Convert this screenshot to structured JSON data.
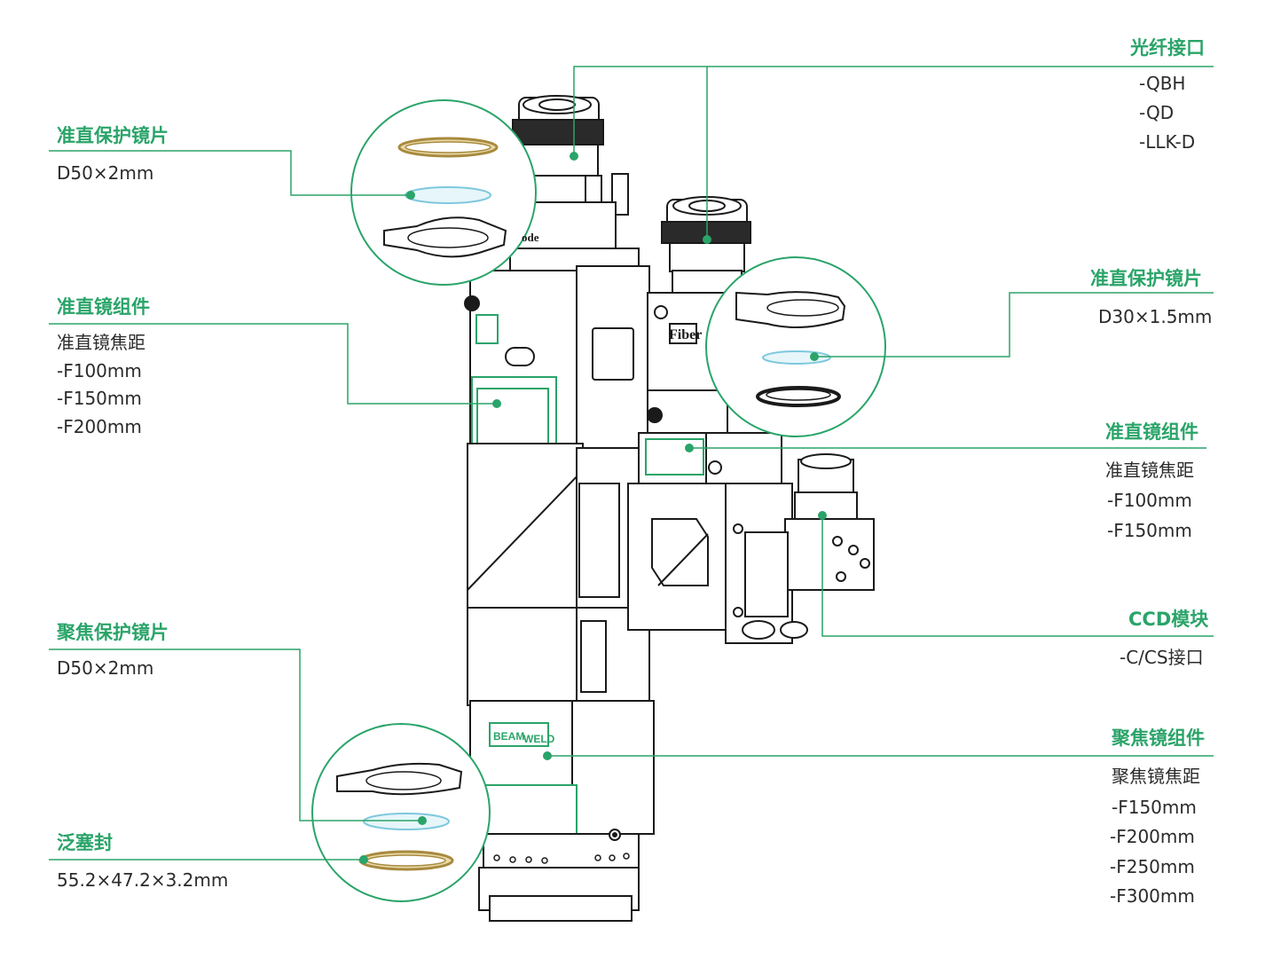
{
  "colors": {
    "accent": "#2aa469",
    "text": "#2b2b2b",
    "line": "#1a1a1a",
    "brass": "#c9a85a",
    "glass": "#bfe3ee"
  },
  "callouts": {
    "fiber_interface": {
      "title": "光纤接口",
      "specs": [
        "-QBH",
        "-QD",
        "-LLK-D"
      ]
    },
    "collimation_protective_lens_left": {
      "title": "准直保护镜片",
      "specs": [
        "D50×2mm"
      ]
    },
    "collimation_lens_assembly_left": {
      "title": "准直镜组件",
      "specs": [
        "准直镜焦距",
        "-F100mm",
        "-F150mm",
        "-F200mm"
      ]
    },
    "focusing_protective_lens": {
      "title": "聚焦保护镜片",
      "specs": [
        "D50×2mm"
      ]
    },
    "seal": {
      "title": "泛塞封",
      "specs": [
        "55.2×47.2×3.2mm"
      ]
    },
    "collimation_protective_lens_right": {
      "title": "准直保护镜片",
      "specs": [
        "D30×1.5mm"
      ]
    },
    "collimation_lens_assembly_right": {
      "title": "准直镜组件",
      "specs": [
        "准直镜焦距",
        "-F100mm",
        "-F150mm"
      ]
    },
    "ccd_module": {
      "title": "CCD模块",
      "specs": [
        "-C/CS接口"
      ]
    },
    "focusing_lens_assembly": {
      "title": "聚焦镜组件",
      "specs": [
        "聚焦镜焦距",
        "-F150mm",
        "-F200mm",
        "-F250mm",
        "-F300mm"
      ]
    }
  },
  "device_markings": {
    "side_label": "Fiber",
    "brand_left": "BEAM",
    "brand_right": "WELD",
    "partial_label": "ode"
  }
}
